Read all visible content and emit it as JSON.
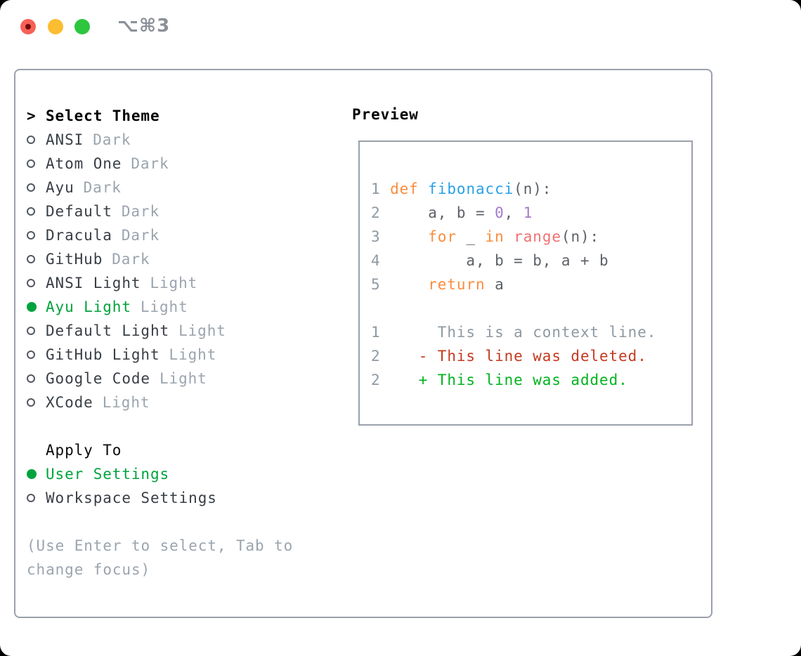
{
  "window": {
    "title": "⌥⌘3",
    "traffic_lights": {
      "close": "red",
      "minimize": "yellow",
      "zoom": "green"
    }
  },
  "colors": {
    "selection_green": "#00a33c",
    "added_green": "#00b31e",
    "deleted_red": "#c4391f",
    "keyword_orange": "#fa8d3e",
    "function_blue": "#2aa0e8",
    "number_purple": "#a37acc",
    "call_pink": "#f27173",
    "muted_gray": "#9ba4ae",
    "border_gray": "#99a1aa"
  },
  "theme_picker": {
    "header_prefix": ">",
    "header": "Select Theme",
    "items": [
      {
        "name": "ANSI",
        "tag": "Dark",
        "selected": false
      },
      {
        "name": "Atom One",
        "tag": "Dark",
        "selected": false
      },
      {
        "name": "Ayu",
        "tag": "Dark",
        "selected": false
      },
      {
        "name": "Default",
        "tag": "Dark",
        "selected": false
      },
      {
        "name": "Dracula",
        "tag": "Dark",
        "selected": false
      },
      {
        "name": "GitHub",
        "tag": "Dark",
        "selected": false
      },
      {
        "name": "ANSI Light",
        "tag": "Light",
        "selected": false
      },
      {
        "name": "Ayu Light",
        "tag": "Light",
        "selected": true
      },
      {
        "name": "Default Light",
        "tag": "Light",
        "selected": false
      },
      {
        "name": "GitHub Light",
        "tag": "Light",
        "selected": false
      },
      {
        "name": "Google Code",
        "tag": "Light",
        "selected": false
      },
      {
        "name": "XCode",
        "tag": "Light",
        "selected": false
      }
    ]
  },
  "apply_to": {
    "header": "Apply To",
    "options": [
      {
        "label": "User Settings",
        "selected": true
      },
      {
        "label": "Workspace Settings",
        "selected": false
      }
    ]
  },
  "hint": {
    "line1": "(Use Enter to select, Tab to",
    "line2": "change focus)"
  },
  "preview": {
    "header": "Preview",
    "lines": [
      [
        [
          "num",
          "1"
        ],
        [
          "code",
          " "
        ],
        [
          "kw",
          "def"
        ],
        [
          "code",
          " "
        ],
        [
          "fn",
          "fibonacci"
        ],
        [
          "code",
          "(n):"
        ]
      ],
      [
        [
          "num",
          "2"
        ],
        [
          "code",
          "     a, b = "
        ],
        [
          "lit",
          "0"
        ],
        [
          "code",
          ", "
        ],
        [
          "lit",
          "1"
        ]
      ],
      [
        [
          "num",
          "3"
        ],
        [
          "code",
          "     "
        ],
        [
          "kw",
          "for"
        ],
        [
          "code",
          " _ "
        ],
        [
          "kw",
          "in"
        ],
        [
          "code",
          " "
        ],
        [
          "call",
          "range"
        ],
        [
          "code",
          "(n):"
        ]
      ],
      [
        [
          "num",
          "4"
        ],
        [
          "code",
          "         a, b = b, a + b"
        ]
      ],
      [
        [
          "num",
          "5"
        ],
        [
          "code",
          "     "
        ],
        [
          "kw",
          "return"
        ],
        [
          "code",
          " a"
        ]
      ],
      [],
      [
        [
          "num",
          "1"
        ],
        [
          "ctx",
          "      This is a context line."
        ]
      ],
      [
        [
          "num",
          "2"
        ],
        [
          "del",
          "    - This line was deleted."
        ]
      ],
      [
        [
          "num",
          "2"
        ],
        [
          "add",
          "    + This line was added."
        ]
      ]
    ]
  }
}
